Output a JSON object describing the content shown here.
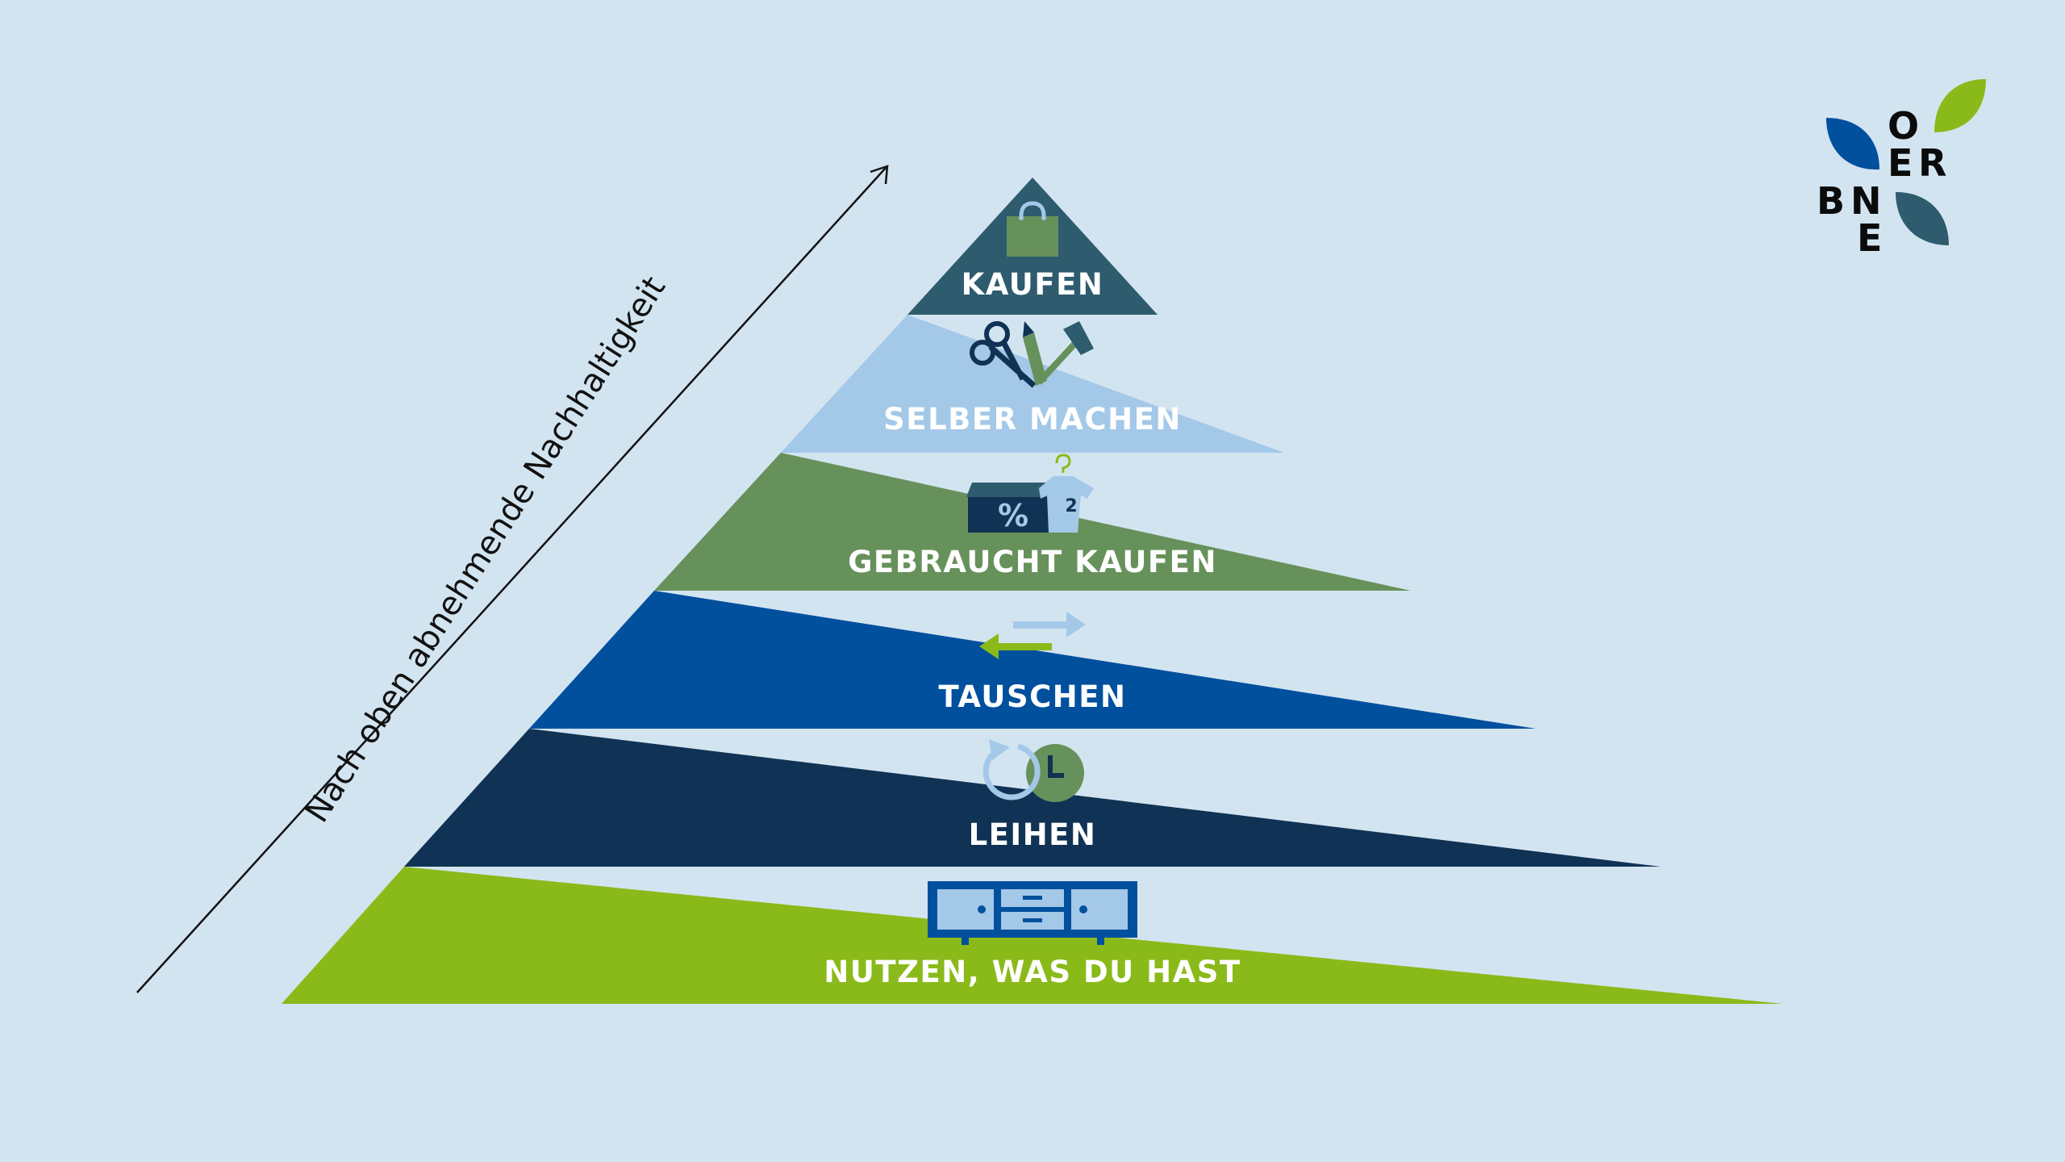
{
  "diagram": {
    "axis_label": "Nach oben abnehmende Nachhaltigkeit",
    "levels": [
      {
        "label": "KAUFEN",
        "color": "#2e5b6e",
        "icon": "shopping-bag-icon"
      },
      {
        "label": "SELBER MACHEN",
        "color": "#a4c8e8",
        "icon": "tools-icon"
      },
      {
        "label": "GEBRAUCHT KAUFEN",
        "color": "#67915b",
        "icon": "secondhand-shop-icon"
      },
      {
        "label": "TAUSCHEN",
        "color": "#00509e",
        "icon": "swap-arrows-icon"
      },
      {
        "label": "LEIHEN",
        "color": "#103254",
        "icon": "borrow-clock-icon"
      },
      {
        "label": "NUTZEN, WAS DU HAST",
        "color": "#8aba1a",
        "icon": "cabinet-icon"
      }
    ]
  },
  "logo": {
    "letters": [
      "O",
      "E",
      "R",
      "B",
      "N",
      "E"
    ],
    "colors": {
      "dark_blue": "#00509e",
      "green": "#8aba1a",
      "teal": "#2e5b6e"
    }
  }
}
